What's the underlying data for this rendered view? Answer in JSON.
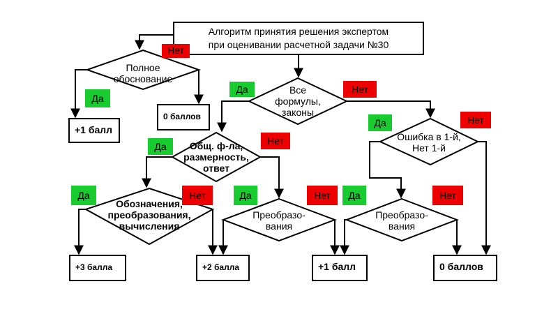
{
  "title": {
    "line1": "Алгоритм принятия решения экспертом",
    "line2": "при оценивании расчетной задачи №30"
  },
  "nodes": {
    "full_justification": {
      "line1": "Полное",
      "line2": "обоснование"
    },
    "all_formulas": {
      "line1": "Все",
      "line2": "формулы,",
      "line3": "законы"
    },
    "general_formula": {
      "line1": "Общ. ф-ла,",
      "line2": "размерность,",
      "line3": "ответ"
    },
    "error_first": {
      "line1": "Ошибка в 1-й,",
      "line2": "Нет 1-й"
    },
    "notation": {
      "line1": "Обозначения,",
      "line2": "преобразования,",
      "line3": "вычисления"
    },
    "transform_left": {
      "line1": "Преобразо-",
      "line2": "вания"
    },
    "transform_right": {
      "line1": "Преобразо-",
      "line2": "вания"
    }
  },
  "badges": {
    "yes": "Да",
    "no": "Нет"
  },
  "results": {
    "r1_points": "+1 балл",
    "r0_points": "0 баллов",
    "r3_points": "+3 балла",
    "r2_points": "+2 балла",
    "r1b_points": "+1 балл",
    "r0b_points": "0 баллов"
  },
  "colors": {
    "yes_badge": "#18cc2f",
    "no_badge": "#ef0000",
    "line": "#000000"
  }
}
